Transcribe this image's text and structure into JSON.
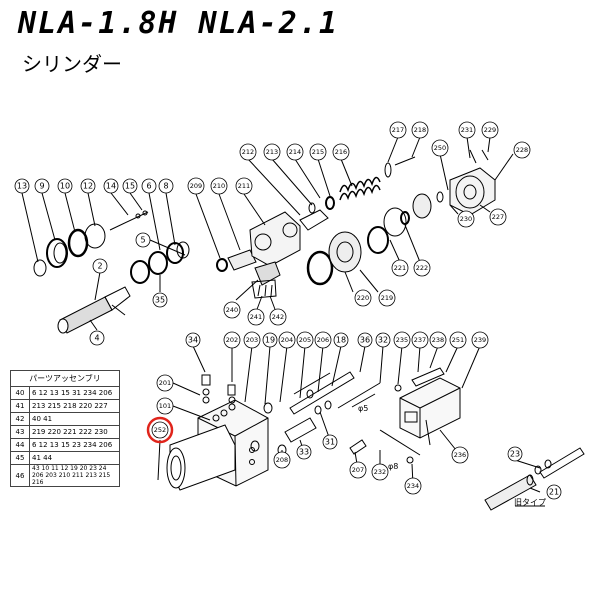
{
  "title": "NLA-1.8H NLA-2.1",
  "subtitle": "シリンダー",
  "assembly_table": {
    "header": "パーツアッセンブリ",
    "rows": [
      {
        "no": "40",
        "parts": "6 12 13 15 31 234 206"
      },
      {
        "no": "41",
        "parts": "213 215 218 220 227"
      },
      {
        "no": "42",
        "parts": "40 41"
      },
      {
        "no": "43",
        "parts": "219 220 221 222 230"
      },
      {
        "no": "44",
        "parts": "6 12 13 15 23 234 206"
      },
      {
        "no": "45",
        "parts": "41 44"
      },
      {
        "no": "46",
        "parts": "43 10 11 12 19 20 23 24 206 203 210 211 213 215 216"
      }
    ]
  },
  "callouts": [
    {
      "label": "13"
    },
    {
      "label": "9"
    },
    {
      "label": "10"
    },
    {
      "label": "12"
    },
    {
      "label": "14"
    },
    {
      "label": "15"
    },
    {
      "label": "6"
    },
    {
      "label": "8"
    },
    {
      "label": "5"
    },
    {
      "label": "2"
    },
    {
      "label": "35"
    },
    {
      "label": "4"
    },
    {
      "label": "209"
    },
    {
      "label": "210"
    },
    {
      "label": "211"
    },
    {
      "label": "212"
    },
    {
      "label": "213"
    },
    {
      "label": "214"
    },
    {
      "label": "215"
    },
    {
      "label": "216"
    },
    {
      "label": "217"
    },
    {
      "label": "218"
    },
    {
      "label": "231"
    },
    {
      "label": "229"
    },
    {
      "label": "250"
    },
    {
      "label": "228"
    },
    {
      "label": "230"
    },
    {
      "label": "227"
    },
    {
      "label": "221"
    },
    {
      "label": "222"
    },
    {
      "label": "220"
    },
    {
      "label": "219"
    },
    {
      "label": "240"
    },
    {
      "label": "241"
    },
    {
      "label": "242"
    },
    {
      "label": "34"
    },
    {
      "label": "202"
    },
    {
      "label": "203"
    },
    {
      "label": "19"
    },
    {
      "label": "204"
    },
    {
      "label": "205"
    },
    {
      "label": "206"
    },
    {
      "label": "18"
    },
    {
      "label": "36"
    },
    {
      "label": "32"
    },
    {
      "label": "235"
    },
    {
      "label": "237"
    },
    {
      "label": "238"
    },
    {
      "label": "251"
    },
    {
      "label": "239"
    },
    {
      "label": "201"
    },
    {
      "label": "101"
    },
    {
      "label": "252"
    },
    {
      "label": "208"
    },
    {
      "label": "33"
    },
    {
      "label": "31"
    },
    {
      "label": "207"
    },
    {
      "label": "232"
    },
    {
      "label": "234"
    },
    {
      "label": "236"
    },
    {
      "label": "23"
    },
    {
      "label": "21"
    }
  ],
  "notes": {
    "phi5": "φ5",
    "phi8": "φ8",
    "old_type": "旧タイプ"
  },
  "highlight": {
    "label": "252",
    "color": "#e0241b"
  }
}
